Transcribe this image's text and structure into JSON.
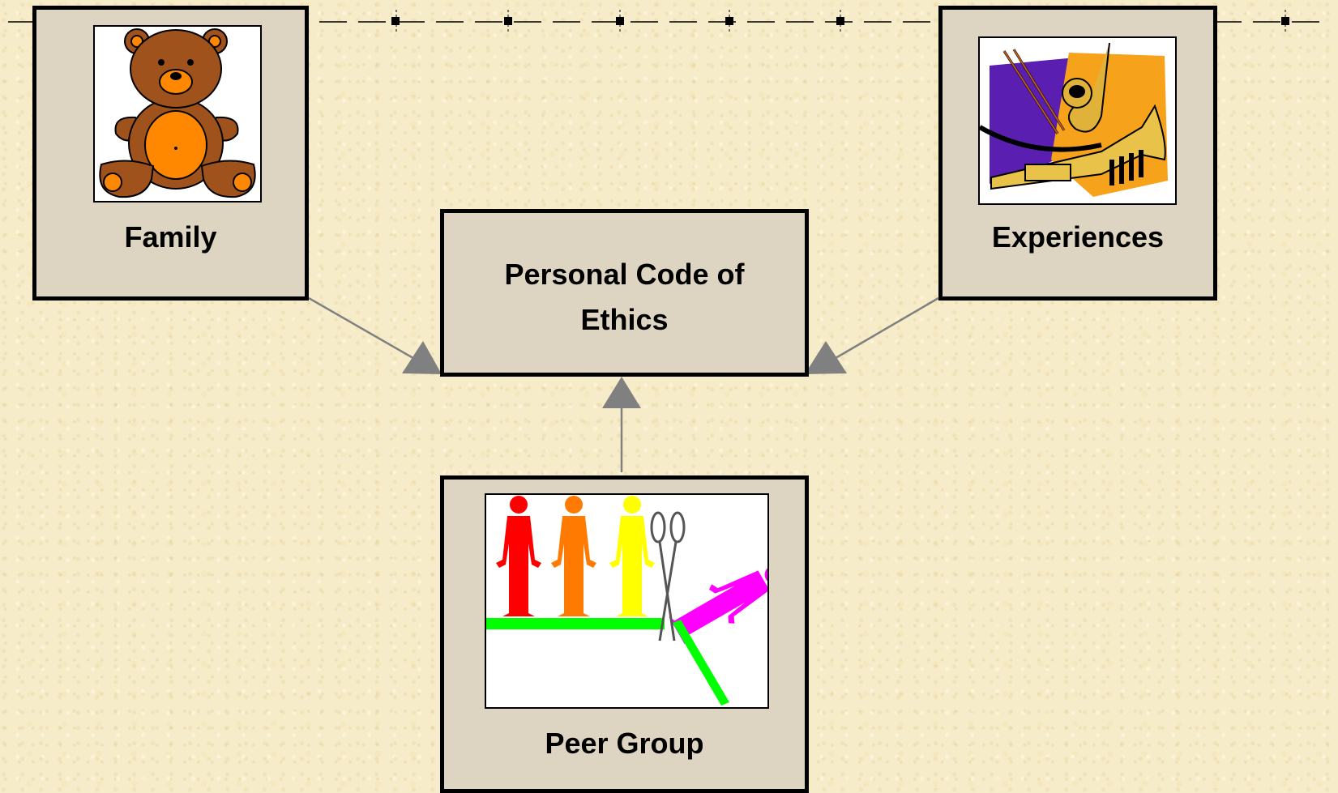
{
  "nodes": {
    "family": {
      "label": "Family"
    },
    "experiences": {
      "label": "Experiences"
    },
    "ethics": {
      "label": "Personal Code of Ethics"
    },
    "peer": {
      "label": "Peer Group"
    }
  },
  "edges": [
    {
      "from": "Family",
      "to": "Personal Code of Ethics"
    },
    {
      "from": "Experiences",
      "to": "Personal Code of Ethics"
    },
    {
      "from": "Peer Group",
      "to": "Personal Code of Ethics"
    }
  ],
  "colors": {
    "background": "#f7ecc9",
    "box_fill": "#ddd5c2",
    "border": "#000000",
    "arrow": "#808080",
    "bear_brown": "#a0521d",
    "bear_orange": "#ff8800",
    "people": [
      "#ff0000",
      "#ff7a00",
      "#ffff00",
      "#ff00ff"
    ],
    "ground": "#00ff00",
    "music_purple": "#5a1fb0",
    "music_orange": "#f7a21b"
  },
  "icons": {
    "family": "teddy-bear-icon",
    "experiences": "musical-instruments-icon",
    "peer": "paper-people-scissors-icon"
  }
}
